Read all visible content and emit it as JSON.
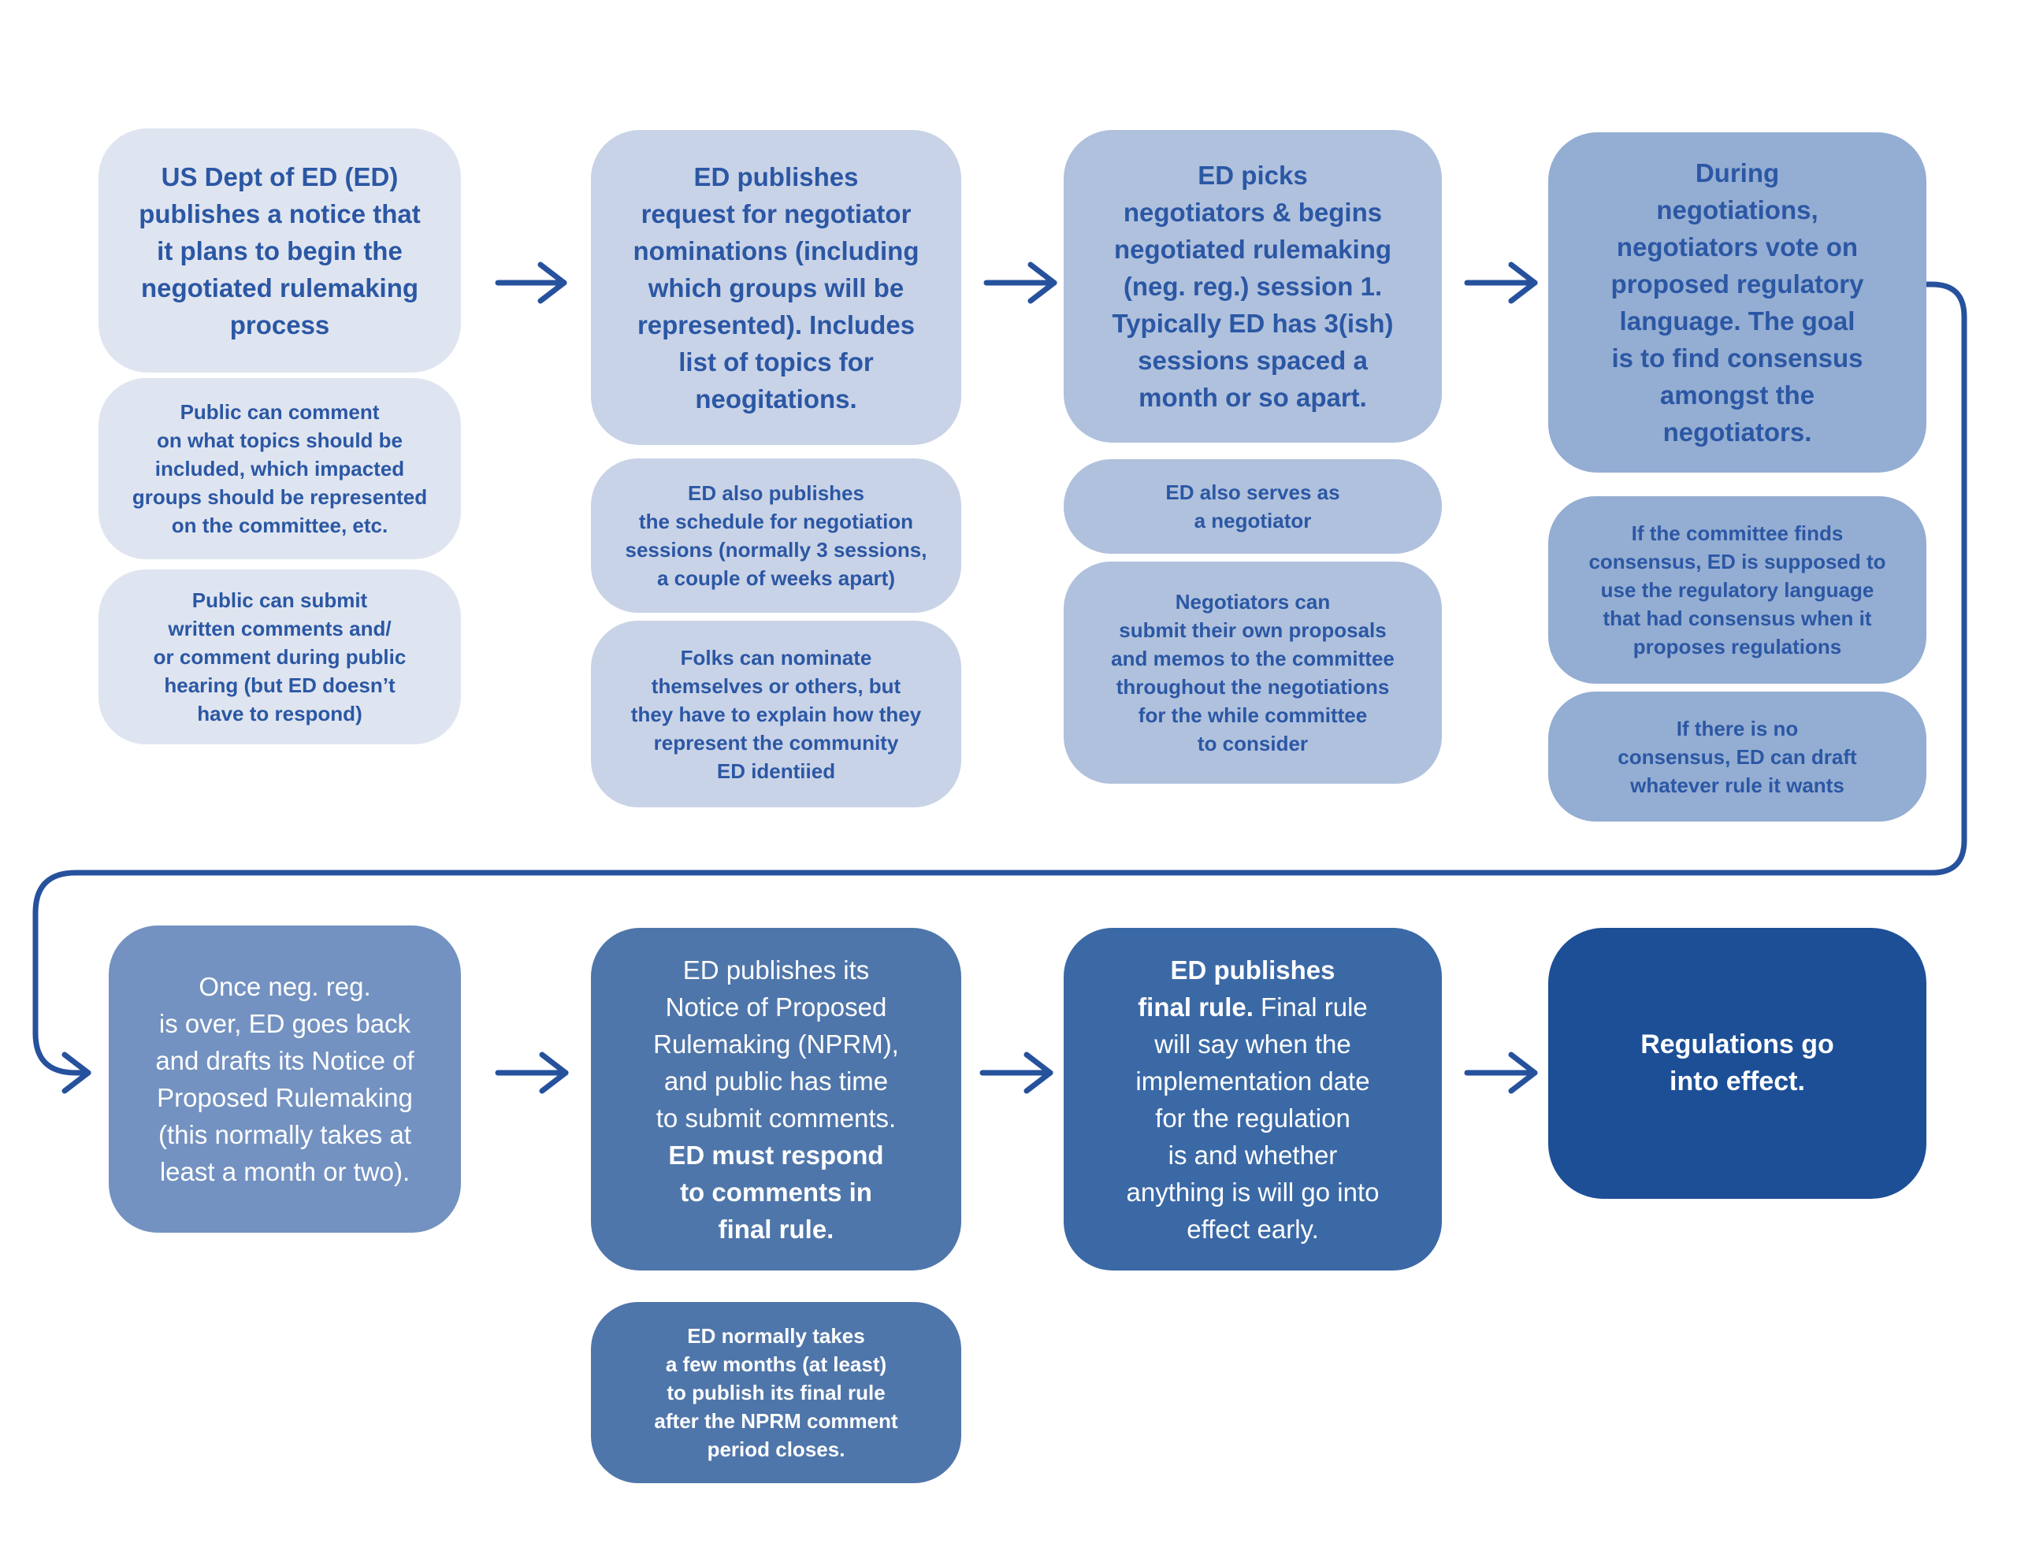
{
  "title": "ED negotiated rulemaking process flowchart",
  "palette": {
    "background": "#ffffff",
    "stage1_fill": "#dfe5f0",
    "stage2_fill": "#c9d3e7",
    "stage3_fill": "#b0c1dd",
    "stage4_fill": "#94add2",
    "stage5_fill": "#7392c1",
    "stage6_fill": "#4f76aa",
    "stage7_fill": "#3b69a6",
    "stage8_fill": "#1d4f97",
    "top_text": "#2b57a4",
    "bottom_text": "#ffffff",
    "arrow": "#26519c"
  },
  "columns": [
    {
      "main": "US Dept of ED (ED)\npublishes a notice that\nit plans to begin the\nnegotiated rulemaking\nprocess",
      "notes": [
        "Public can comment\non what topics should be\nincluded, which impacted\ngroups should be represented\non the committee, etc.",
        "Public can submit\nwritten comments and/\nor comment during public\nhearing (but ED doesn’t\nhave to respond)"
      ]
    },
    {
      "main": "ED publishes\nrequest for negotiator\nnominations (including\nwhich groups will be\nrepresented). Includes\nlist of topics for\nneogitations.",
      "notes": [
        "ED also publishes\nthe schedule for negotiation\nsessions (normally 3 sessions,\na couple of weeks apart)",
        "Folks can nominate\nthemselves or others, but\nthey have to explain how they\nrepresent the community\nED identiied"
      ]
    },
    {
      "main": "ED picks\nnegotiators & begins\nnegotiated rulemaking\n(neg. reg.) session 1.\nTypically ED has 3(ish)\nsessions spaced a\nmonth or so apart.",
      "notes": [
        "ED also serves as\na negotiator",
        "Negotiators can\nsubmit their own proposals\nand memos to the committee\nthroughout the negotiations\nfor the while committee\nto consider"
      ]
    },
    {
      "main": "During\nnegotiations,\nnegotiators vote on\nproposed regulatory\nlanguage. The goal\nis to find consensus\namongst the\nnegotiators.",
      "notes": [
        "If the committee finds\nconsensus, ED is supposed to\nuse the regulatory language\nthat had consensus when it\nproposes regulations",
        "If there is no\nconsensus, ED can draft\nwhatever rule it wants"
      ]
    }
  ],
  "bottom": {
    "draft_nprm": "Once neg. reg.\nis over, ED goes back\nand drafts its Notice of\nProposed Rulemaking\n(this normally takes at\nleast a month or two).",
    "publish_nprm": {
      "regular": "ED publishes its\nNotice of Proposed\nRulemaking (NPRM),\nand public has time\nto submit comments.",
      "bold": "\nED must respond\nto comments in\nfinal rule."
    },
    "nprm_note": "ED normally takes\na few months (at least)\nto publish its final rule\nafter the NPRM comment\nperiod closes.",
    "final_rule": {
      "bold": "ED publishes\nfinal rule.",
      "regular": " Final rule\nwill say when the\nimplementation date\nfor the regulation\nis and whether\nanything is will go into\neffect early."
    },
    "regulations_effect": "Regulations go\ninto effect."
  }
}
